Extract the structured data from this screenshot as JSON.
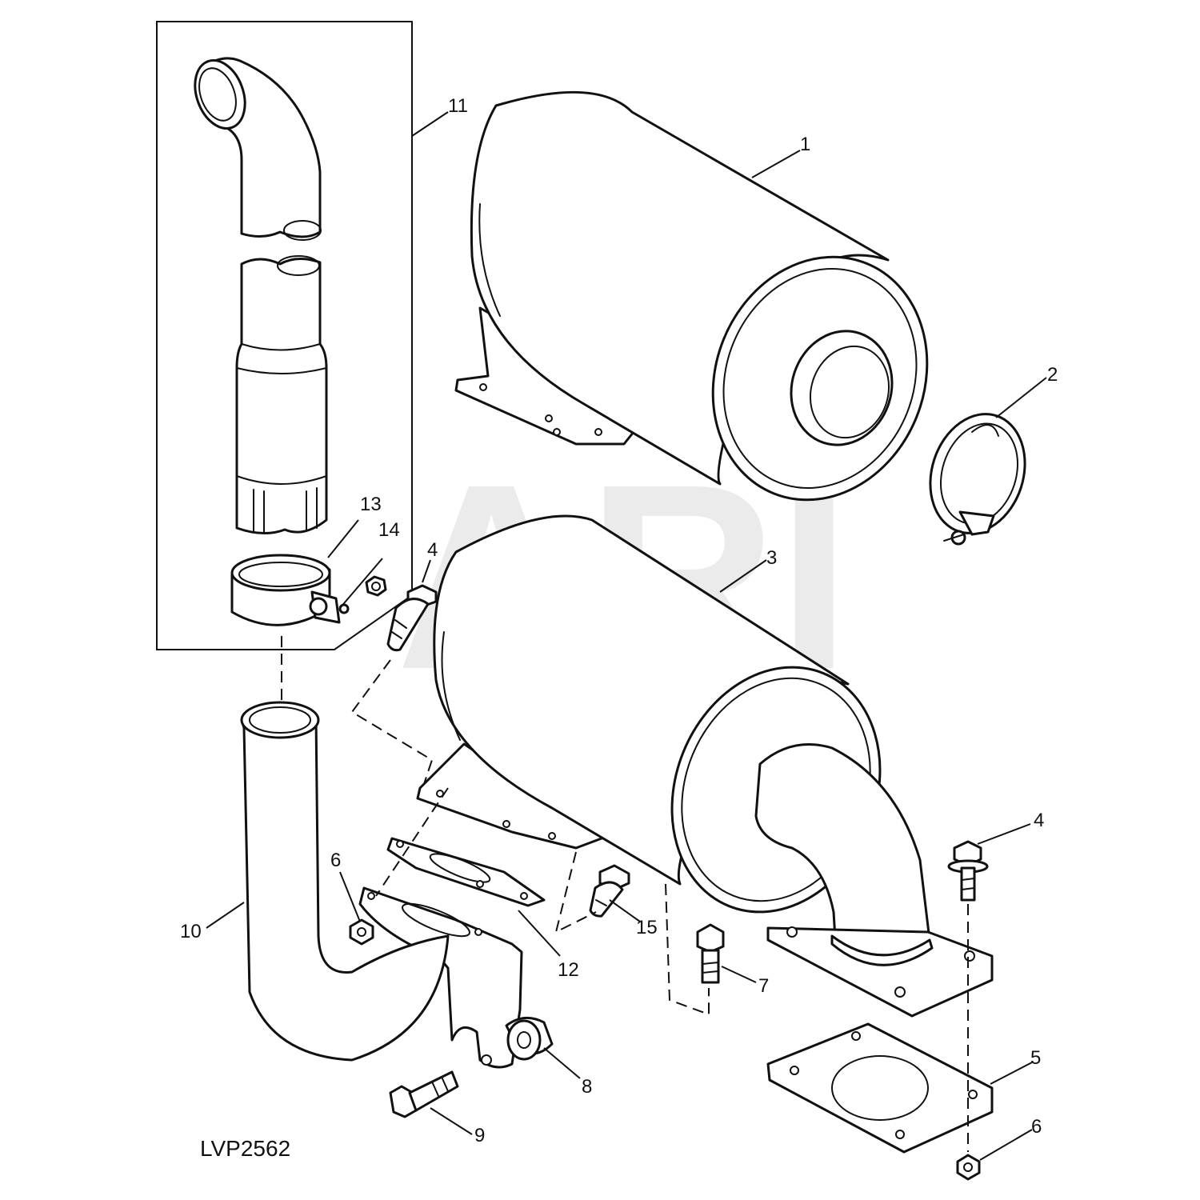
{
  "watermark": "ARI",
  "figure_id": "LVP2562",
  "callouts": [
    {
      "part": "muffler",
      "label": "1"
    },
    {
      "part": "clamp",
      "label": "2"
    },
    {
      "part": "muffler",
      "label": "3"
    },
    {
      "part": "cap-screw",
      "label": "4"
    },
    {
      "part": "cap-screw",
      "label": "4"
    },
    {
      "part": "gasket",
      "label": "5"
    },
    {
      "part": "lock-nut",
      "label": "6"
    },
    {
      "part": "lock-nut",
      "label": "6"
    },
    {
      "part": "cap-screw",
      "label": "7"
    },
    {
      "part": "spacer",
      "label": "8"
    },
    {
      "part": "cap-screw",
      "label": "9"
    },
    {
      "part": "exhaust-pipe",
      "label": "10"
    },
    {
      "part": "exhaust-stack-kit",
      "label": "11"
    },
    {
      "part": "gasket",
      "label": "12"
    },
    {
      "part": "clamp",
      "label": "13"
    },
    {
      "part": "lock-nut",
      "label": "14"
    },
    {
      "part": "cap-screw",
      "label": "15"
    }
  ]
}
